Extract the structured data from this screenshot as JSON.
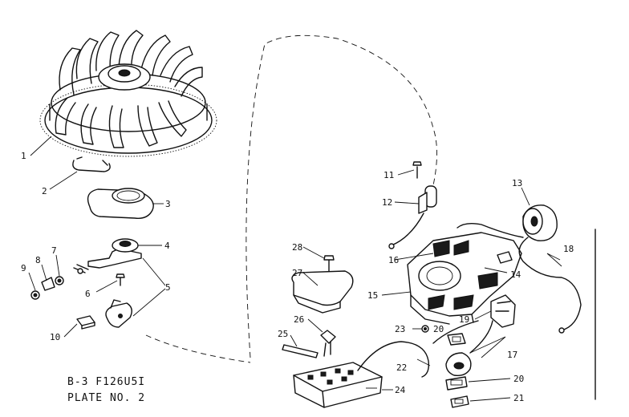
{
  "diagram": {
    "caption_code": "B-3  F126U5I",
    "caption_plate": "PLATE NO. 2",
    "callouts": [
      "1",
      "2",
      "3",
      "4",
      "5",
      "6",
      "7",
      "8",
      "9",
      "10",
      "11",
      "12",
      "13",
      "14",
      "15",
      "16",
      "17",
      "18",
      "19",
      "20",
      "20",
      "21",
      "22",
      "23",
      "24",
      "25",
      "26",
      "27",
      "28"
    ]
  }
}
